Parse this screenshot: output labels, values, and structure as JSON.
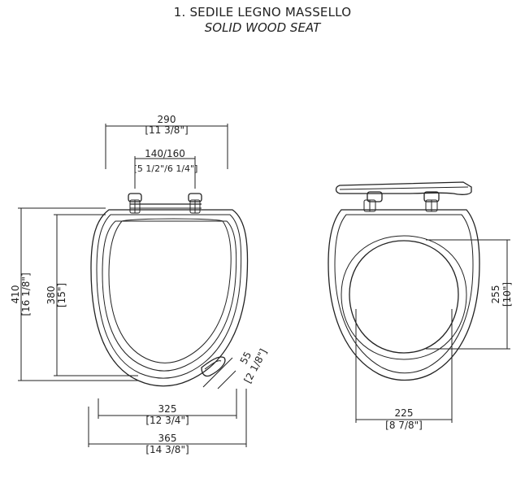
{
  "header": {
    "title": "1. SEDILE LEGNO MASSELLO",
    "subtitle": "SOLID WOOD SEAT"
  },
  "dimensions": {
    "width_overall": {
      "mm": "290",
      "inch": "[11 3/8\"]"
    },
    "hinge_spacing": {
      "mm": "140/160",
      "inch": "[5 1/2\"/6 1/4\"]"
    },
    "length_overall": {
      "mm": "410",
      "inch": "[16 1/8\"]"
    },
    "length_inner": {
      "mm": "380",
      "inch": "[15\"]"
    },
    "handle_height": {
      "mm": "55",
      "inch": "[2 1/8\"]"
    },
    "width_inner": {
      "mm": "325",
      "inch": "[12 3/4\"]"
    },
    "width_outer": {
      "mm": "365",
      "inch": "[14 3/8\"]"
    },
    "opening_length": {
      "mm": "255",
      "inch": "[10\"]"
    },
    "opening_width": {
      "mm": "225",
      "inch": "[8 7/8\"]"
    }
  }
}
